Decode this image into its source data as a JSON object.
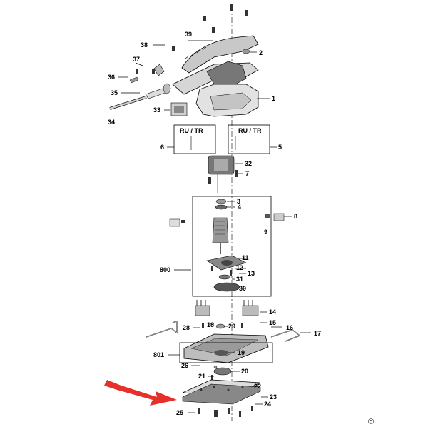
{
  "diagram": {
    "callouts": {
      "c1": "1",
      "c2": "2",
      "c3": "3",
      "c4": "4",
      "c5": "5",
      "c6": "6",
      "c7": "7",
      "c8": "8",
      "c9": "9",
      "c11": "11",
      "c12": "12",
      "c13": "13",
      "c14": "14",
      "c15": "15",
      "c16": "16",
      "c17": "17",
      "c18": "18",
      "c19": "19",
      "c20": "20",
      "c21": "21",
      "c22": "22",
      "c23": "23",
      "c24": "24",
      "c25": "25",
      "c26": "26",
      "c28": "28",
      "c29": "29",
      "c30": "30",
      "c31": "31",
      "c32": "32",
      "c33": "33",
      "c34": "34",
      "c35": "35",
      "c36": "36",
      "c37": "37",
      "c38": "38",
      "c39": "39",
      "c800": "800",
      "c801": "801"
    },
    "region_left": "RU / TR",
    "region_right": "RU / TR",
    "copyright": "©"
  },
  "colors": {
    "line": "#000000",
    "part_fill": "#d9d9d9",
    "part_dark": "#555555",
    "arrow": "#e8302a"
  }
}
